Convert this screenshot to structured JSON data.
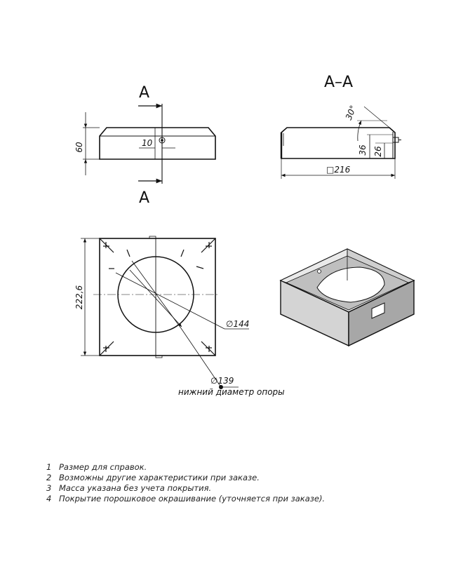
{
  "section_marks": {
    "top": "A",
    "bottom": "A",
    "section_title": "A–A"
  },
  "front_view": {
    "height_dim": "60",
    "hole_offset_dim": "10"
  },
  "section_view": {
    "angle_dim": "30°",
    "width_dim": "□216",
    "dim_36": "36",
    "dim_26": "26"
  },
  "plan_view": {
    "size_dim": "222,6",
    "diam_top": "∅144",
    "diam_bottom": "∅139",
    "bottom_note": "нижний диаметр опоры"
  },
  "notes": [
    {
      "num": "1",
      "text": "Размер для справок."
    },
    {
      "num": "2",
      "text": "Возможны другие характеристики при заказе."
    },
    {
      "num": "3",
      "text": "Масса указана без учета покрытия."
    },
    {
      "num": "4",
      "text": "Покрытие порошковое окрашивание (уточняется при заказе)."
    }
  ]
}
